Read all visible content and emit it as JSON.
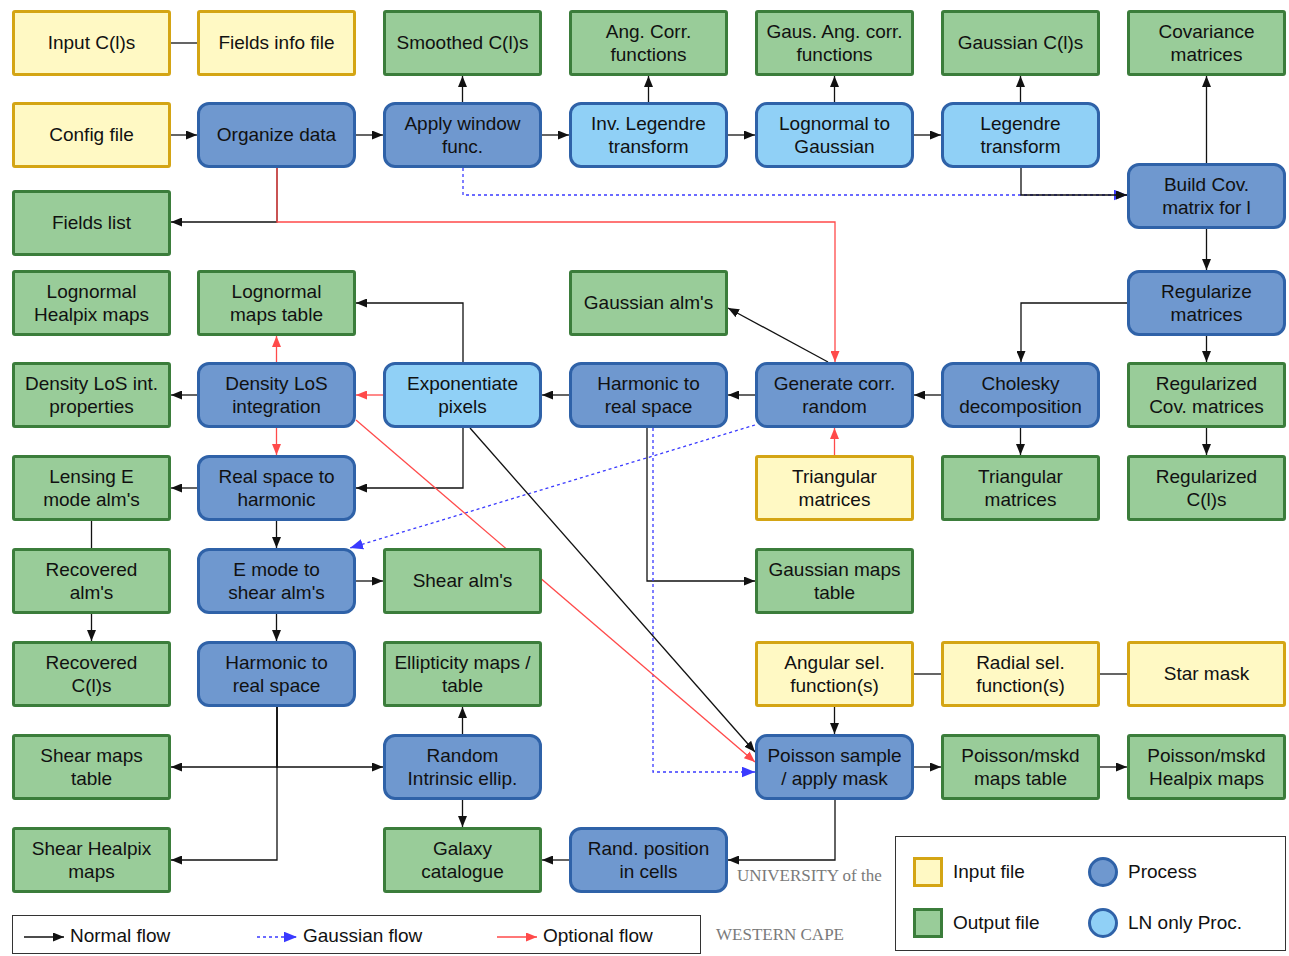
{
  "diagram": {
    "nodes": [
      {
        "text": [
          "Input C(l)s"
        ]
      },
      {
        "text": [
          "Fields info file"
        ]
      },
      {
        "text": [
          "Smoothed C(l)s"
        ]
      },
      {
        "text": [
          "Ang. Corr. functions"
        ]
      },
      {
        "text": [
          "Gaus. Ang. corr. functions"
        ]
      },
      {
        "text": [
          "Gaussian C(l)s"
        ]
      },
      {
        "text": [
          "Covariance matrices"
        ]
      },
      {
        "text": [
          "Config file"
        ]
      },
      {
        "text": [
          "Organize data"
        ]
      },
      {
        "text": [
          "Apply window func."
        ]
      },
      {
        "text": [
          "Inv. Legendre transform"
        ]
      },
      {
        "text": [
          "Lognormal to Gaussian"
        ]
      },
      {
        "text": [
          "Legendre transform"
        ]
      },
      {
        "text": [
          "Build Cov. matrix for l"
        ]
      },
      {
        "text": [
          "Fields list"
        ]
      },
      {
        "text": [
          "Lognormal Healpix maps"
        ]
      },
      {
        "text": [
          "Lognormal maps table"
        ]
      },
      {
        "text": [
          "Gaussian alm's"
        ]
      },
      {
        "text": [
          "Regularize matrices"
        ]
      },
      {
        "text": [
          "Density LoS int. properties"
        ]
      },
      {
        "text": [
          "Density LoS integration"
        ]
      },
      {
        "text": [
          "Exponentiate pixels"
        ]
      },
      {
        "text": [
          "Harmonic to real space"
        ]
      },
      {
        "text": [
          "Generate corr. random"
        ]
      },
      {
        "text": [
          "Cholesky decomposition"
        ]
      },
      {
        "text": [
          "Regularized Cov. matrices"
        ]
      },
      {
        "text": [
          "Lensing E mode alm's"
        ]
      },
      {
        "text": [
          "Real space to harmonic"
        ]
      },
      {
        "text": [
          "Triangular matrices"
        ]
      },
      {
        "text": [
          "Triangular matrices"
        ]
      },
      {
        "text": [
          "Regularized C(l)s"
        ]
      },
      {
        "text": [
          "Recovered alm's"
        ]
      },
      {
        "text": [
          "E mode to shear alm's"
        ]
      },
      {
        "text": [
          "Shear alm's"
        ]
      },
      {
        "text": [
          "Gaussian maps table"
        ]
      },
      {
        "text": [
          "Recovered C(l)s"
        ]
      },
      {
        "text": [
          "Harmonic to real space"
        ]
      },
      {
        "text": [
          "Ellipticity maps / table"
        ]
      },
      {
        "text": [
          "Angular sel. function(s)"
        ]
      },
      {
        "text": [
          "Radial sel. function(s)"
        ]
      },
      {
        "text": [
          "Star mask"
        ]
      },
      {
        "text": [
          "Shear maps table"
        ]
      },
      {
        "text": [
          "Random Intrinsic ellip."
        ]
      },
      {
        "text": [
          "Poisson sample / apply mask"
        ]
      },
      {
        "text": [
          "Poisson/mskd maps table"
        ]
      },
      {
        "text": [
          "Poisson/mskd Healpix maps"
        ]
      },
      {
        "text": [
          "Shear Healpix maps"
        ]
      },
      {
        "text": [
          "Galaxy catalogue"
        ]
      },
      {
        "text": [
          "Rand. position in cells"
        ]
      }
    ],
    "edges": [
      {
        "from": 0,
        "to": 1,
        "arrow": "none"
      },
      {
        "from": 7,
        "to": 8,
        "arrow": "to"
      },
      {
        "from": 8,
        "to": 9,
        "arrow": "to"
      },
      {
        "from": 8,
        "to": 14,
        "arrow": "to"
      },
      {
        "from": 8,
        "to": 23,
        "arrow": "to"
      },
      {
        "from": 9,
        "to": 2,
        "arrow": "to"
      },
      {
        "from": 9,
        "to": 10,
        "arrow": "to"
      },
      {
        "from": 9,
        "to": 13,
        "arrow": "to"
      },
      {
        "from": 10,
        "to": 3,
        "arrow": "to"
      },
      {
        "from": 10,
        "to": 11,
        "arrow": "to"
      },
      {
        "from": 11,
        "to": 4,
        "arrow": "to"
      },
      {
        "from": 11,
        "to": 12,
        "arrow": "to"
      },
      {
        "from": 12,
        "to": 5,
        "arrow": "to"
      },
      {
        "from": 12,
        "to": 13,
        "arrow": "to"
      },
      {
        "from": 13,
        "to": 6,
        "arrow": "to"
      },
      {
        "from": 13,
        "to": 18,
        "arrow": "to"
      },
      {
        "from": 18,
        "to": 24,
        "arrow": "to"
      },
      {
        "from": 18,
        "to": 25,
        "arrow": "to"
      },
      {
        "from": 25,
        "to": 30,
        "arrow": "to"
      },
      {
        "from": 24,
        "to": 23,
        "arrow": "to"
      },
      {
        "from": 24,
        "to": 29,
        "arrow": "to"
      },
      {
        "from": 28,
        "to": 23,
        "arrow": "to"
      },
      {
        "from": 23,
        "to": 17,
        "arrow": "to"
      },
      {
        "from": 23,
        "to": 22,
        "arrow": "to"
      },
      {
        "from": 23,
        "to": 32,
        "arrow": "to"
      },
      {
        "from": 22,
        "to": 21,
        "arrow": "to"
      },
      {
        "from": 22,
        "to": 34,
        "arrow": "to"
      },
      {
        "from": 22,
        "to": 43,
        "arrow": "to"
      },
      {
        "from": 21,
        "to": 20,
        "arrow": "to"
      },
      {
        "from": 21,
        "to": 16,
        "arrow": "to"
      },
      {
        "from": 21,
        "to": 27,
        "arrow": "to"
      },
      {
        "from": 21,
        "to": 43,
        "arrow": "to"
      },
      {
        "from": 20,
        "to": 43,
        "arrow": "to"
      },
      {
        "from": 20,
        "to": 19,
        "arrow": "to"
      },
      {
        "from": 20,
        "to": 16,
        "arrow": "to"
      },
      {
        "from": 20,
        "to": 27,
        "arrow": "to"
      },
      {
        "from": 27,
        "to": 26,
        "arrow": "to"
      },
      {
        "from": 27,
        "to": 32,
        "arrow": "to"
      },
      {
        "from": 26,
        "to": 31,
        "arrow": "none"
      },
      {
        "from": 31,
        "to": 35,
        "arrow": "to"
      },
      {
        "from": 32,
        "to": 33,
        "arrow": "to"
      },
      {
        "from": 32,
        "to": 36,
        "arrow": "to"
      },
      {
        "from": 36,
        "to": 46,
        "arrow": "to"
      },
      {
        "from": 36,
        "to": 41,
        "arrow": "to"
      },
      {
        "from": 36,
        "to": 42,
        "arrow": "to"
      },
      {
        "from": 42,
        "to": 37,
        "arrow": "to"
      },
      {
        "from": 42,
        "to": 47,
        "arrow": "to"
      },
      {
        "from": 38,
        "to": 43,
        "arrow": "to"
      },
      {
        "from": 39,
        "to": 38,
        "arrow": "none"
      },
      {
        "from": 40,
        "to": 39,
        "arrow": "none"
      },
      {
        "from": 43,
        "to": 44,
        "arrow": "to"
      },
      {
        "from": 44,
        "to": 45,
        "arrow": "to"
      },
      {
        "from": 43,
        "to": 48,
        "arrow": "to"
      },
      {
        "from": 48,
        "to": 47,
        "arrow": "to"
      }
    ],
    "labels": [
      "UNIVERSITY of the",
      "WESTERN CAPE"
    ],
    "legend": [
      {
        "text": "Input file",
        "color": "#fff9c4"
      },
      {
        "text": "Output file",
        "color": "#99cc99"
      },
      {
        "text": "Process",
        "color": "#6f98cf"
      },
      {
        "text": "LN only Proc.",
        "color": "#90d0f6"
      },
      {
        "text": "Normal flow"
      },
      {
        "text": "Gaussian flow"
      },
      {
        "text": "Optional flow"
      }
    ]
  }
}
